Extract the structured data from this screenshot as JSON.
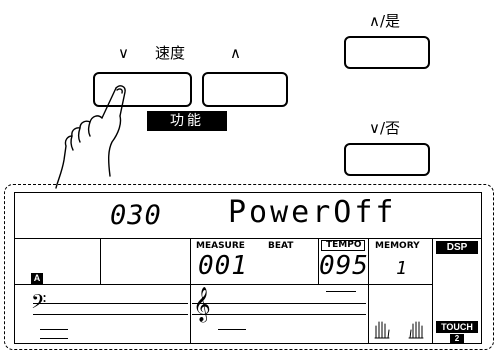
{
  "buttons": {
    "tempo_down_symbol": "∨",
    "tempo_label": "速度",
    "tempo_up_symbol": "∧",
    "function_label": "功能",
    "yes_label": "∧/是",
    "no_label": "∨/否"
  },
  "lcd": {
    "top_number": "030",
    "top_text": "PowerOff",
    "measure_label": "MEASURE",
    "beat_label": "BEAT",
    "measure_value": "001",
    "tempo_label": "TEMPO",
    "tempo_value": "095",
    "memory_label": "MEMORY",
    "memory_value": "1",
    "dsp_label": "DSP",
    "a_indicator": "A",
    "touch_label": "TOUCH",
    "touch_value": "2",
    "bass_clef": "𝄢",
    "treble_clef": "𝄞"
  }
}
